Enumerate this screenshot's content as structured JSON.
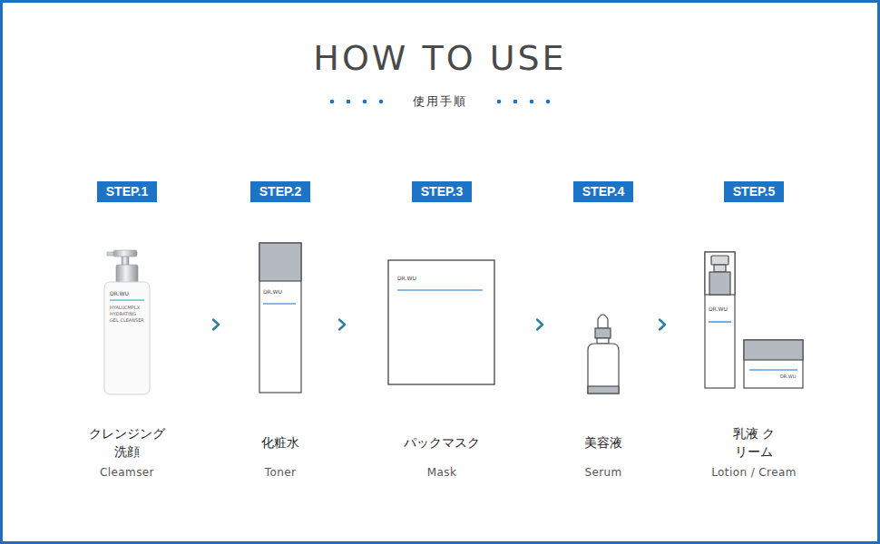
{
  "diagram": {
    "title": "HOW TO USE",
    "nodes": [
      {
        "text": [
          "STEP.1"
        ]
      },
      {
        "text": [
          "クレンジング 洗顔",
          "Cleamser"
        ]
      },
      {
        "text": [
          "STEP.2"
        ]
      },
      {
        "text": [
          "化粧水",
          "Toner"
        ]
      },
      {
        "text": [
          "STEP.3"
        ]
      },
      {
        "text": [
          "パックマスク",
          "Mask"
        ]
      },
      {
        "text": [
          "STEP.4"
        ]
      },
      {
        "text": [
          "美容液",
          "Serum"
        ]
      },
      {
        "text": [
          "STEP.5"
        ]
      },
      {
        "text": [
          "乳液 クリーム",
          "Lotion / Cream"
        ]
      }
    ],
    "edges": [
      {
        "from": 1,
        "to": 3,
        "arrow": "to"
      },
      {
        "from": 3,
        "to": 5,
        "arrow": "to"
      },
      {
        "from": 5,
        "to": 7,
        "arrow": "to"
      },
      {
        "from": 7,
        "to": 9,
        "arrow": "to"
      }
    ],
    "labels": [
      "使用手順",
      "DR.WU",
      "HYALUCMPLX HYDRATING GEL CLEANSER",
      "DR.WU",
      "DR.WU",
      "DR.WU",
      "DR.WU"
    ]
  }
}
